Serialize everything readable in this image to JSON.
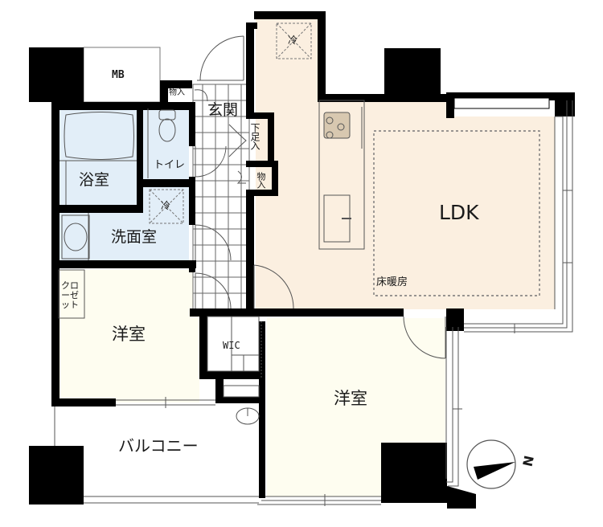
{
  "floor_plan": {
    "rooms": {
      "ldk": {
        "label": "LDK",
        "heating_label": "床暖房",
        "fill": "#fbefe0"
      },
      "western_room_1": {
        "label": "洋室",
        "fill": "#fefdf0"
      },
      "western_room_2": {
        "label": "洋室",
        "fill": "#fefdf0"
      },
      "bathroom": {
        "label": "浴室",
        "fill": "#e2eef8"
      },
      "toilet": {
        "label": "トイレ",
        "fill": "#e2eef8"
      },
      "washroom": {
        "label": "洗面室",
        "fill": "#e2eef8"
      },
      "entrance": {
        "label": "玄関"
      },
      "balcony": {
        "label": "バルコニー"
      },
      "wic": {
        "label": "WIC"
      },
      "mb": {
        "label": "MB"
      }
    },
    "storage": {
      "entrance_storage": "物入",
      "shoe_storage": "下足入",
      "hall_storage": "物入",
      "closet": "クローゼット"
    },
    "fridge_label": "冷",
    "compass": {
      "label": "N"
    },
    "colors": {
      "wall": "#000000",
      "line": "#555555",
      "ldk_fill": "#fbefe0",
      "room_fill": "#fefdf0",
      "wet_fill": "#e2eef8"
    }
  }
}
